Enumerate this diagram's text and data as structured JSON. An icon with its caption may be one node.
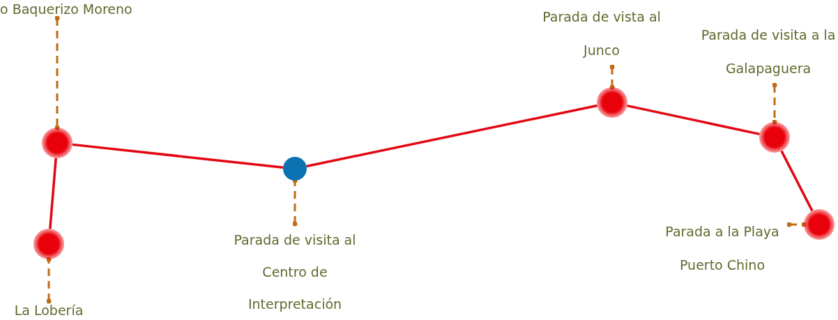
{
  "diagram": {
    "nodes": [
      {
        "text": [
          "o Baquerizo Moreno"
        ]
      },
      {
        "text": [
          "Parada de vista al Junco"
        ]
      },
      {
        "text": [
          "Parada de visita a la Galapaguera"
        ]
      },
      {
        "text": [],
        "shape": "circle"
      },
      {
        "text": [],
        "shape": "circle"
      },
      {
        "text": [],
        "shape": "circle"
      },
      {
        "text": [],
        "shape": "circle"
      },
      {
        "text": [],
        "shape": "circle"
      },
      {
        "text": [],
        "shape": "circle"
      },
      {
        "text": [
          "Parada a la Playa Puerto Chino"
        ]
      },
      {
        "text": [
          "Parada de visita al Centro de Interpretación"
        ]
      },
      {
        "text": [
          "La Lobería"
        ]
      }
    ],
    "edges": [
      {
        "from": 3,
        "to": 8,
        "arrow": "none",
        "color": "#e30613"
      },
      {
        "from": 3,
        "to": 6,
        "arrow": "none",
        "color": "#e30613"
      },
      {
        "from": 6,
        "to": 4,
        "arrow": "none",
        "color": "#e30613"
      },
      {
        "from": 4,
        "to": 5,
        "arrow": "none",
        "color": "#e30613"
      },
      {
        "from": 5,
        "to": 7,
        "arrow": "none",
        "color": "#e30613"
      },
      {
        "from": 0,
        "to": 3,
        "arrow": "other",
        "style": "dashed"
      },
      {
        "from": 1,
        "to": 4,
        "arrow": "other",
        "style": "dashed"
      },
      {
        "from": 2,
        "to": 5,
        "arrow": "other",
        "style": "dashed"
      },
      {
        "from": 9,
        "to": 7,
        "arrow": "other",
        "style": "dashed"
      },
      {
        "from": 10,
        "to": 6,
        "arrow": "other",
        "style": "dashed"
      },
      {
        "from": 11,
        "to": 8,
        "arrow": "other",
        "style": "dashed"
      }
    ]
  }
}
